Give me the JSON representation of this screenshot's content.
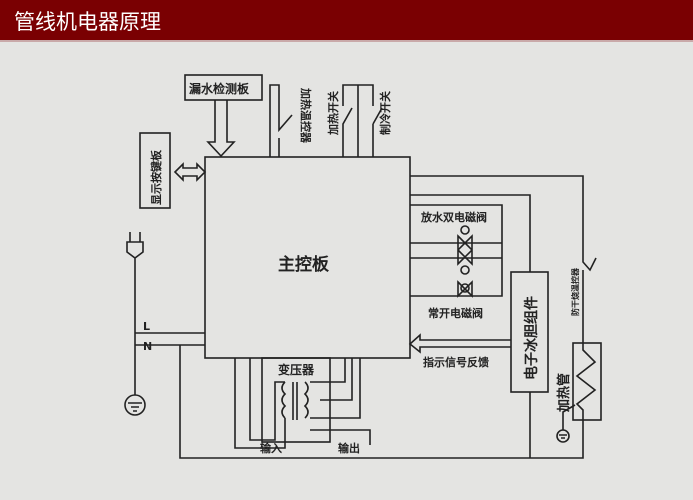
{
  "header": {
    "title": "管线机电器原理"
  },
  "diagram": {
    "main_board": "主控板",
    "leak_detect_board": "漏水检测板",
    "display_key_board": "显示按键板",
    "heating_thermostat": "加热温控器",
    "heating_switch": "加热开关",
    "cooling_switch": "制冷开关",
    "drain_dual_valve": "放水双电磁阀",
    "normally_open_valve": "常开电磁阀",
    "electronic_tank": "电子冰胆组件",
    "feedback": "指示信号反馈",
    "dry_burn_thermostat": "防干烧温控器",
    "heater_tube": "加热管",
    "transformer": "变压器",
    "input": "输入",
    "output": "输出",
    "live": "L",
    "neutral": "N"
  },
  "colors": {
    "title_bar": "#7a0002",
    "background": "#e4e4e2",
    "ink": "#222222"
  }
}
